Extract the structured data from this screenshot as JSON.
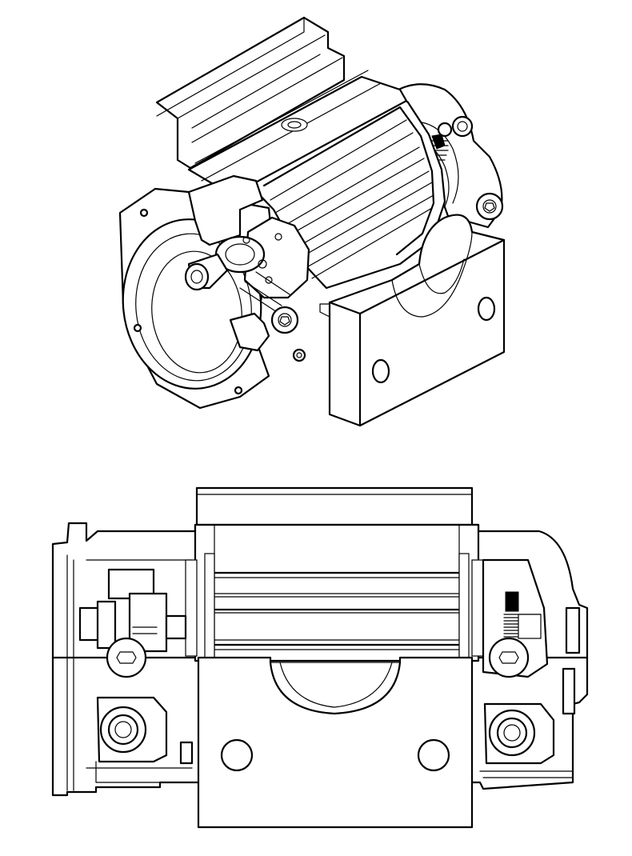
{
  "figure": {
    "views": [
      {
        "id": "isometric-section-view",
        "kind": "isometric cutaway"
      },
      {
        "id": "front-elevation-view",
        "kind": "orthographic elevation"
      }
    ],
    "colors": {
      "line": "#000000",
      "background": "#ffffff"
    }
  }
}
